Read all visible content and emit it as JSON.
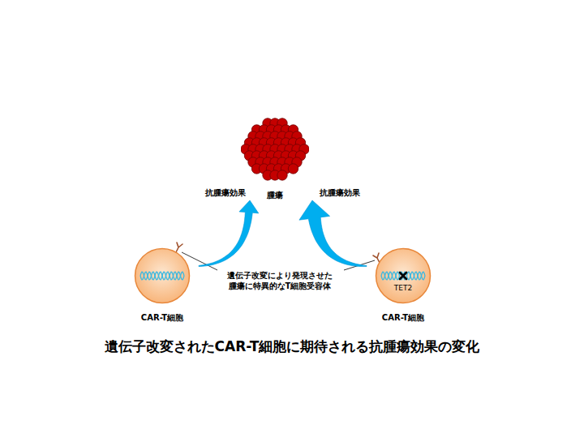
{
  "diagram": {
    "caption": "遺伝子改変されたCAR-T細胞に期待される抗腫瘍効果の変化",
    "nodes": [
      {
        "text": [
          "腫瘍"
        ]
      },
      {
        "text": [
          "CAR-T細胞"
        ]
      },
      {
        "text": [
          "TET2",
          "CAR-T細胞"
        ]
      }
    ],
    "edges": [
      {
        "from": 1,
        "to": 0,
        "arrow": "to",
        "label": "抗腫瘍効果"
      },
      {
        "from": 2,
        "to": 0,
        "arrow": "to",
        "label": "抗腫瘍効果"
      }
    ],
    "labels": [
      "遺伝子改変により発現させた 腫瘍に特異的なT細胞受容体"
    ]
  }
}
